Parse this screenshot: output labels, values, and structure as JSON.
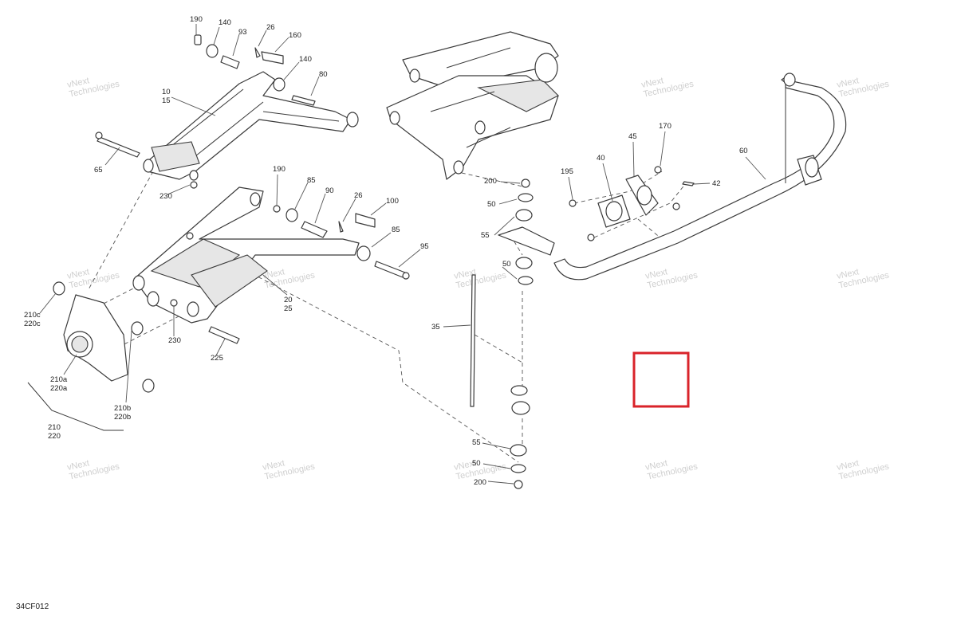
{
  "diagram": {
    "code": "34CF012",
    "watermark": [
      "vNext",
      "Technologies"
    ],
    "highlight_color": "#d9232a",
    "labels": {
      "l190a": "190",
      "l140a": "140",
      "l93": "93",
      "l26a": "26",
      "l160": "160",
      "l140b": "140",
      "l80": "80",
      "l10": "10",
      "l15": "15",
      "l65": "65",
      "l230a": "230",
      "l190b": "190",
      "l85a": "85",
      "l90": "90",
      "l26b": "26",
      "l100": "100",
      "l85b": "85",
      "l95": "95",
      "l20": "20",
      "l25": "25",
      "l230b": "230",
      "l225": "225",
      "l210c": "210c",
      "l220c": "220c",
      "l210a": "210a",
      "l220a": "220a",
      "l210b": "210b",
      "l220b": "220b",
      "l210": "210",
      "l220": "220",
      "l200a": "200",
      "l50a": "50",
      "l55a": "55",
      "l50b": "50",
      "l35": "35",
      "l55b": "55",
      "l50c": "50",
      "l200b": "200",
      "l195": "195",
      "l40": "40",
      "l45": "45",
      "l170": "170",
      "l42": "42",
      "l60": "60"
    }
  }
}
